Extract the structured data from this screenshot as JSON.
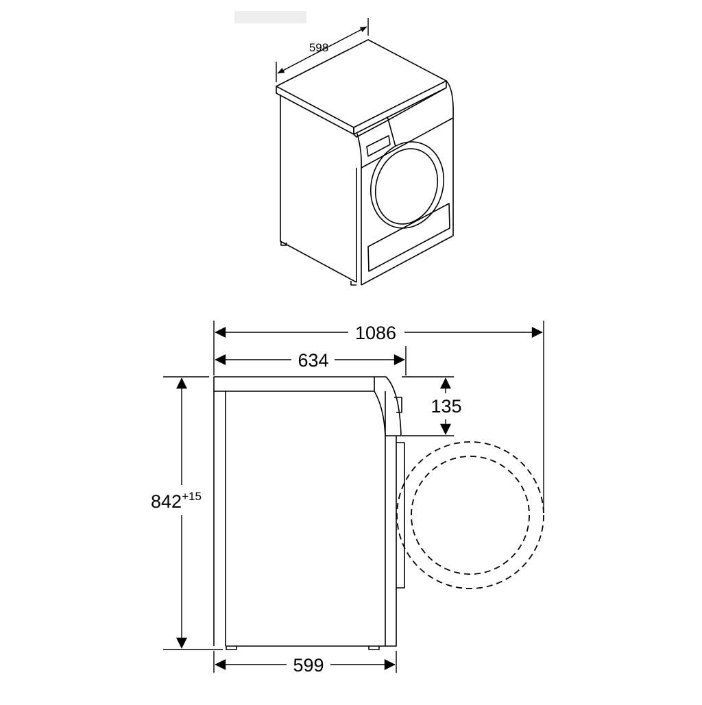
{
  "figure": {
    "title": "",
    "kind": "appliance dimension drawing (tumble dryer)"
  },
  "iso_view": {
    "width_label": "598"
  },
  "side_view": {
    "total_depth_label": "1086",
    "body_depth_label": "634",
    "panel_height_label": "135",
    "height_label": "842",
    "height_tolerance_label": "+15",
    "base_depth_label": "599"
  },
  "colors": {
    "line": "#000000",
    "background": "#ffffff",
    "header_smudge": "#eeeeee"
  }
}
